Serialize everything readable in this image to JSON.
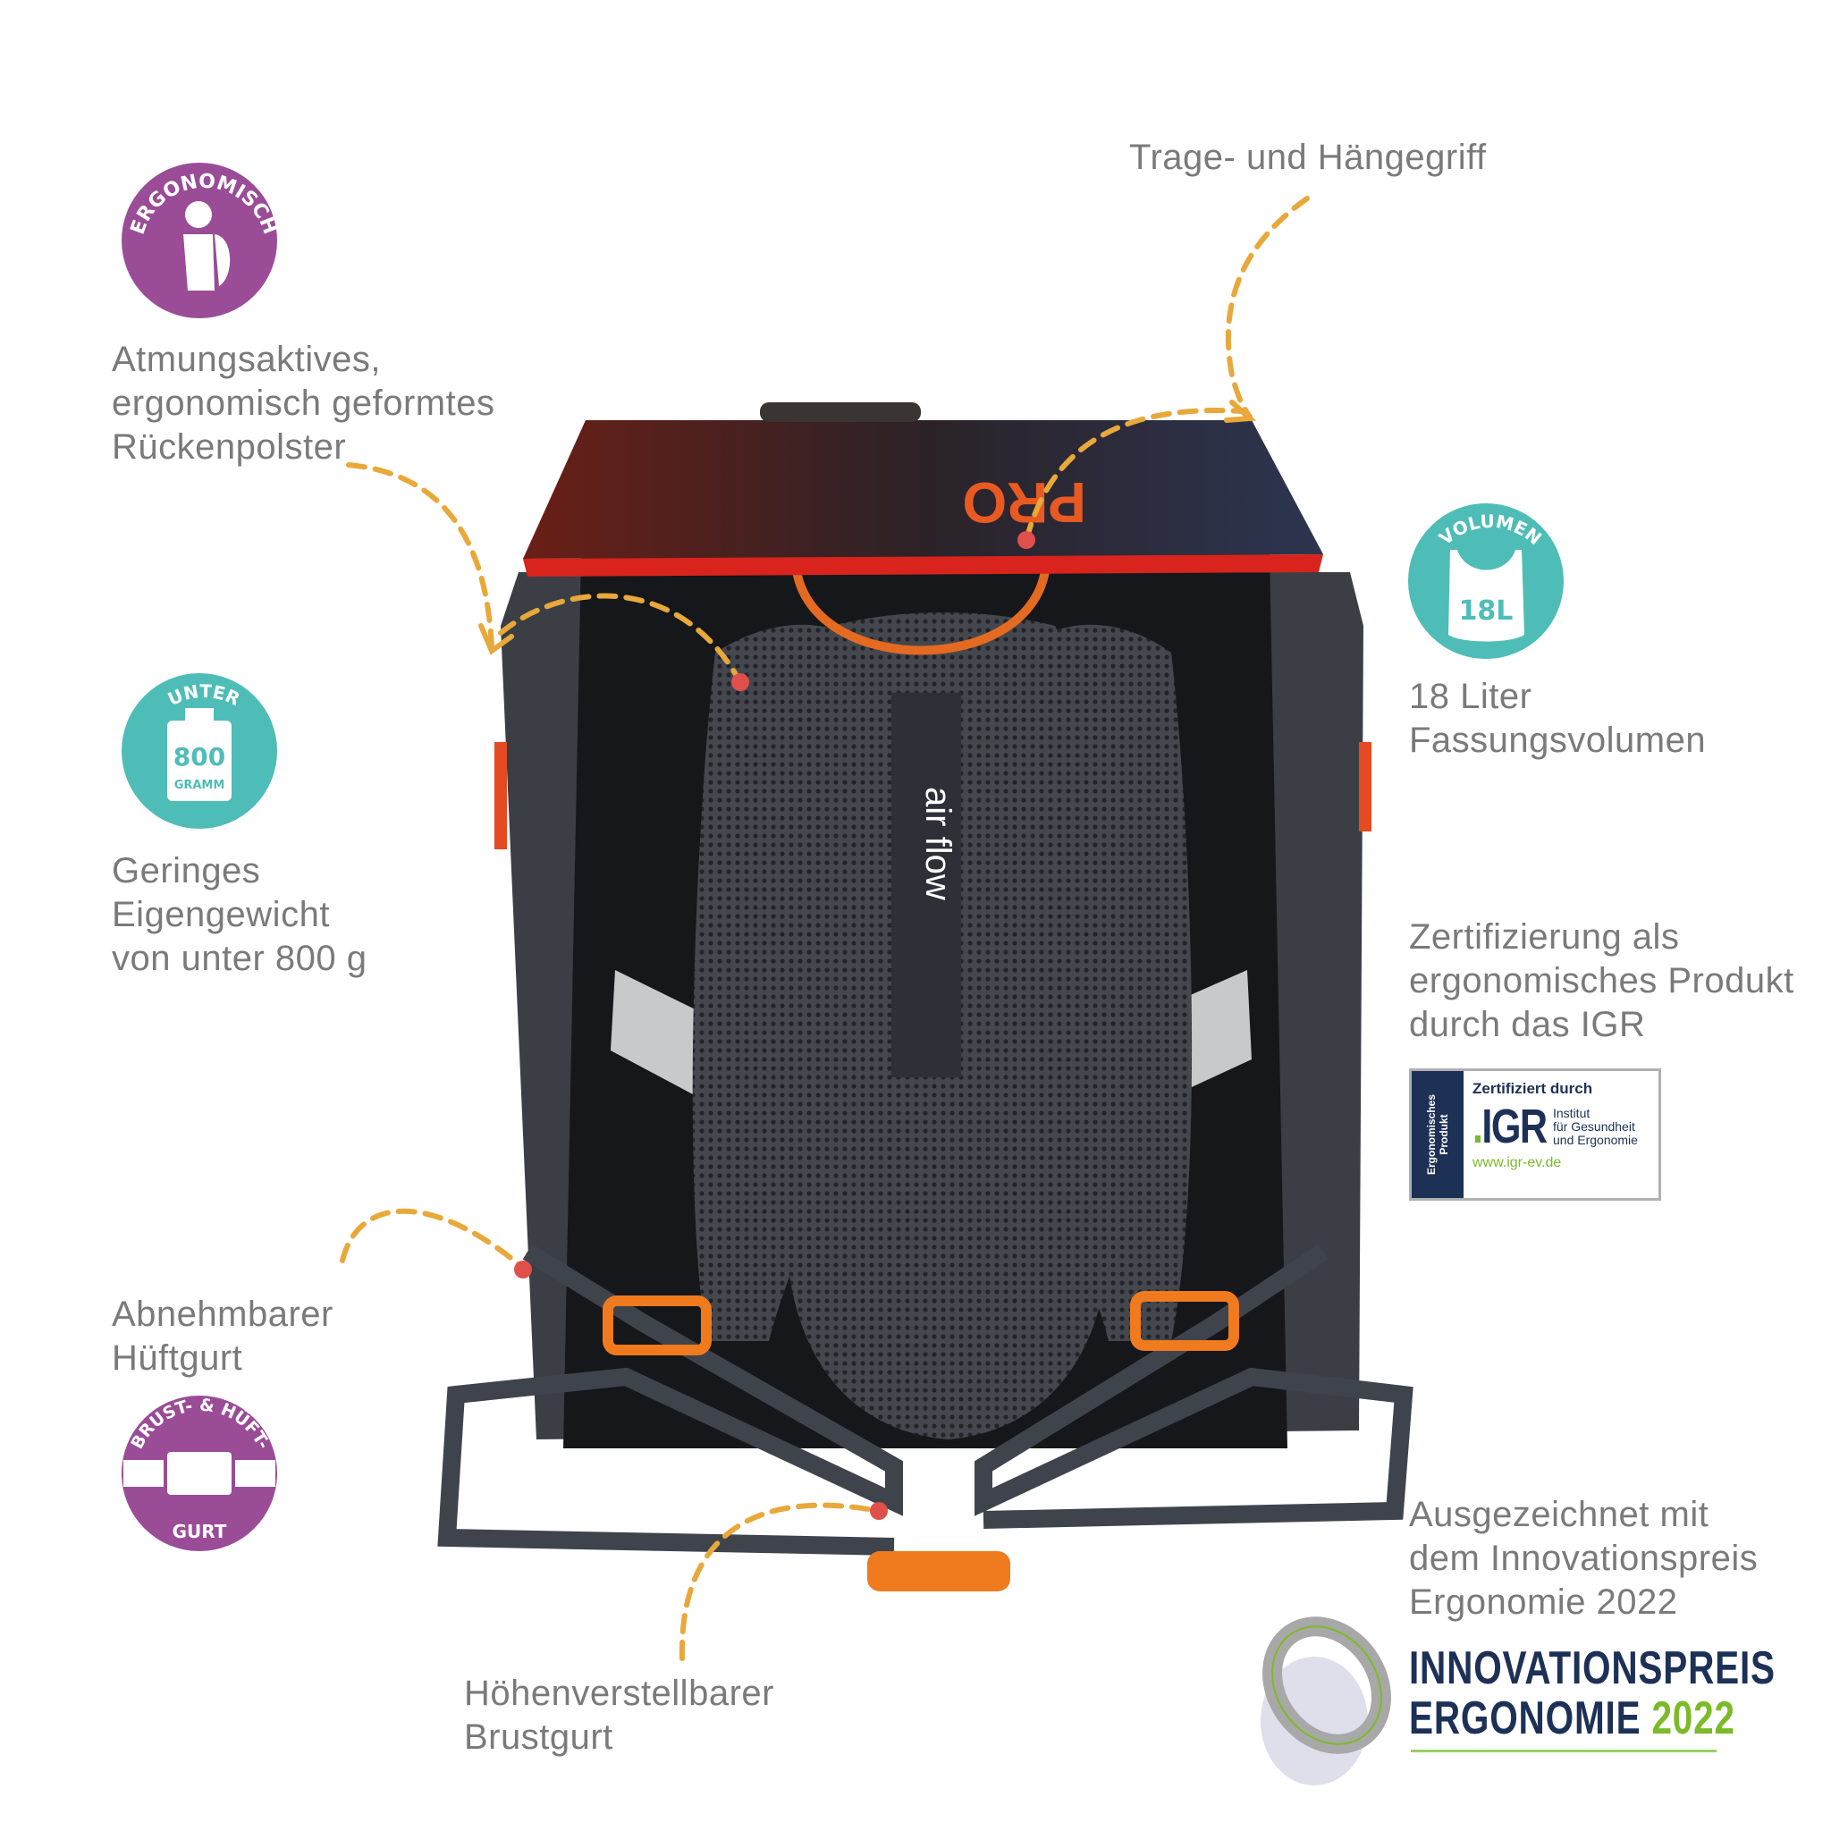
{
  "features": {
    "handle": {
      "label": [
        "Trage- und Hängegriff"
      ]
    },
    "back_padding": {
      "label": [
        "Atmungsaktives,",
        "ergonomisch geformtes",
        "Rückenpolster"
      ],
      "badge": "ERGONOMISCH"
    },
    "weight": {
      "label": [
        "Geringes",
        "Eigengewicht",
        "von unter 800 g"
      ],
      "badge_top": "UNTER",
      "badge_value": "800",
      "badge_unit": "GRAMM"
    },
    "volume": {
      "label": [
        "18 Liter",
        "Fassungsvolumen"
      ],
      "badge_top": "VOLUMEN",
      "badge_value": "18L"
    },
    "certification": {
      "label": [
        "Zertifizierung als",
        "ergonomisches Produkt",
        "durch das IGR"
      ]
    },
    "hip_belt": {
      "label": [
        "Abnehmbarer",
        "Hüftgurt"
      ],
      "badge_top": "BRUST- & HÜFT-",
      "badge_bottom": "GURT"
    },
    "chest_strap": {
      "label": [
        "Höhenverstellbarer",
        "Brustgurt"
      ]
    },
    "award": {
      "label": [
        "Ausgezeichnet mit",
        "dem Innovationspreis",
        "Ergonomie 2022"
      ]
    }
  },
  "igr_seal": {
    "side": [
      "Ergonomisches",
      "Produkt"
    ],
    "certified_by": "Zertifiziert durch",
    "logo_dot": ".",
    "logo": "IGR",
    "institute": [
      "Institut",
      "für Gesundheit",
      "und Ergonomie"
    ],
    "url": "www.igr-ev.de"
  },
  "innovation_logo": {
    "line1": "INNOVATIONSPREIS",
    "line2": "ERGONOMIE",
    "year": "2022"
  },
  "backpack": {
    "brand_text": "PRO",
    "backpanel_text": "air flow"
  },
  "colors": {
    "badge_purple": "#9a4c97",
    "badge_teal": "#4fbdb7",
    "dash": "#e8a83a",
    "dot": "#e0504a",
    "navy": "#1d3157",
    "green": "#7cba2a"
  }
}
